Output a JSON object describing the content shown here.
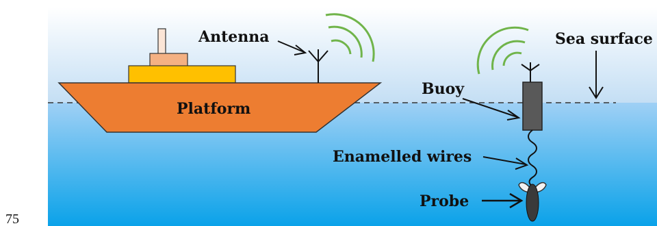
{
  "labels": {
    "antenna": "Antenna",
    "sea_surface": "Sea surface",
    "platform": "Platform",
    "buoy": "Buoy",
    "enamelled_wires": "Enamelled wires",
    "probe": "Probe"
  },
  "page_number": "75",
  "colors": {
    "sky_top": "#ffffff",
    "sky_bottom": "#c3def4",
    "sea_top": "#9fd0f5",
    "sea_bottom": "#0aa2e9",
    "hull": "#ed7d31",
    "deck": "#ffc000",
    "cabin": "#f4b183",
    "mast": "#fbe5d6",
    "signal": "#70b44a",
    "buoy": "#595959",
    "probe": "#3a3a3a",
    "probe_fins": "#f2f2f2",
    "waterline": "#333333"
  },
  "icons": {
    "antenna": "antenna-icon",
    "signal": "signal-waves-icon",
    "ship": "ship-icon",
    "buoy": "buoy-icon",
    "probe": "probe-icon"
  }
}
